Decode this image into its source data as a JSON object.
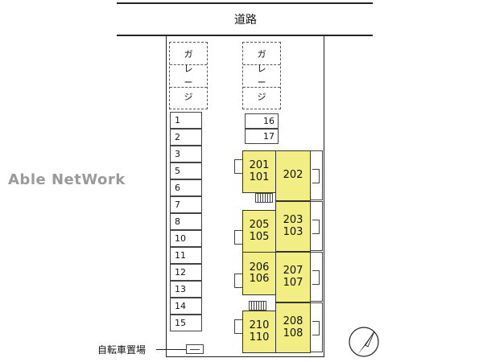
{
  "road": {
    "label": "道路"
  },
  "watermark": "Able NetWork",
  "garages": [
    {
      "chars": [
        "ガ",
        "レ",
        "ー",
        "ジ"
      ]
    },
    {
      "chars": [
        "ガ",
        "レ",
        "ー",
        "ジ"
      ]
    }
  ],
  "parking_left": [
    "1",
    "2",
    "3",
    "5",
    "6",
    "7",
    "8",
    "10",
    "11",
    "12",
    "13",
    "14",
    "15"
  ],
  "parking_right": [
    "16",
    "17"
  ],
  "units": [
    {
      "upper": "201",
      "lower": "101"
    },
    {
      "upper": "202",
      "lower": ""
    },
    {
      "upper": "205",
      "lower": "105"
    },
    {
      "upper": "203",
      "lower": "103"
    },
    {
      "upper": "206",
      "lower": "106"
    },
    {
      "upper": "207",
      "lower": "107"
    },
    {
      "upper": "210",
      "lower": "110"
    },
    {
      "upper": "208",
      "lower": "108"
    }
  ],
  "bicycle_parking": {
    "label": "自転車置場"
  },
  "compass": {
    "icon": "north-arrow-icon"
  },
  "colors": {
    "unit_fill": "#f2ee83",
    "watermark": "#9a9a9a"
  }
}
